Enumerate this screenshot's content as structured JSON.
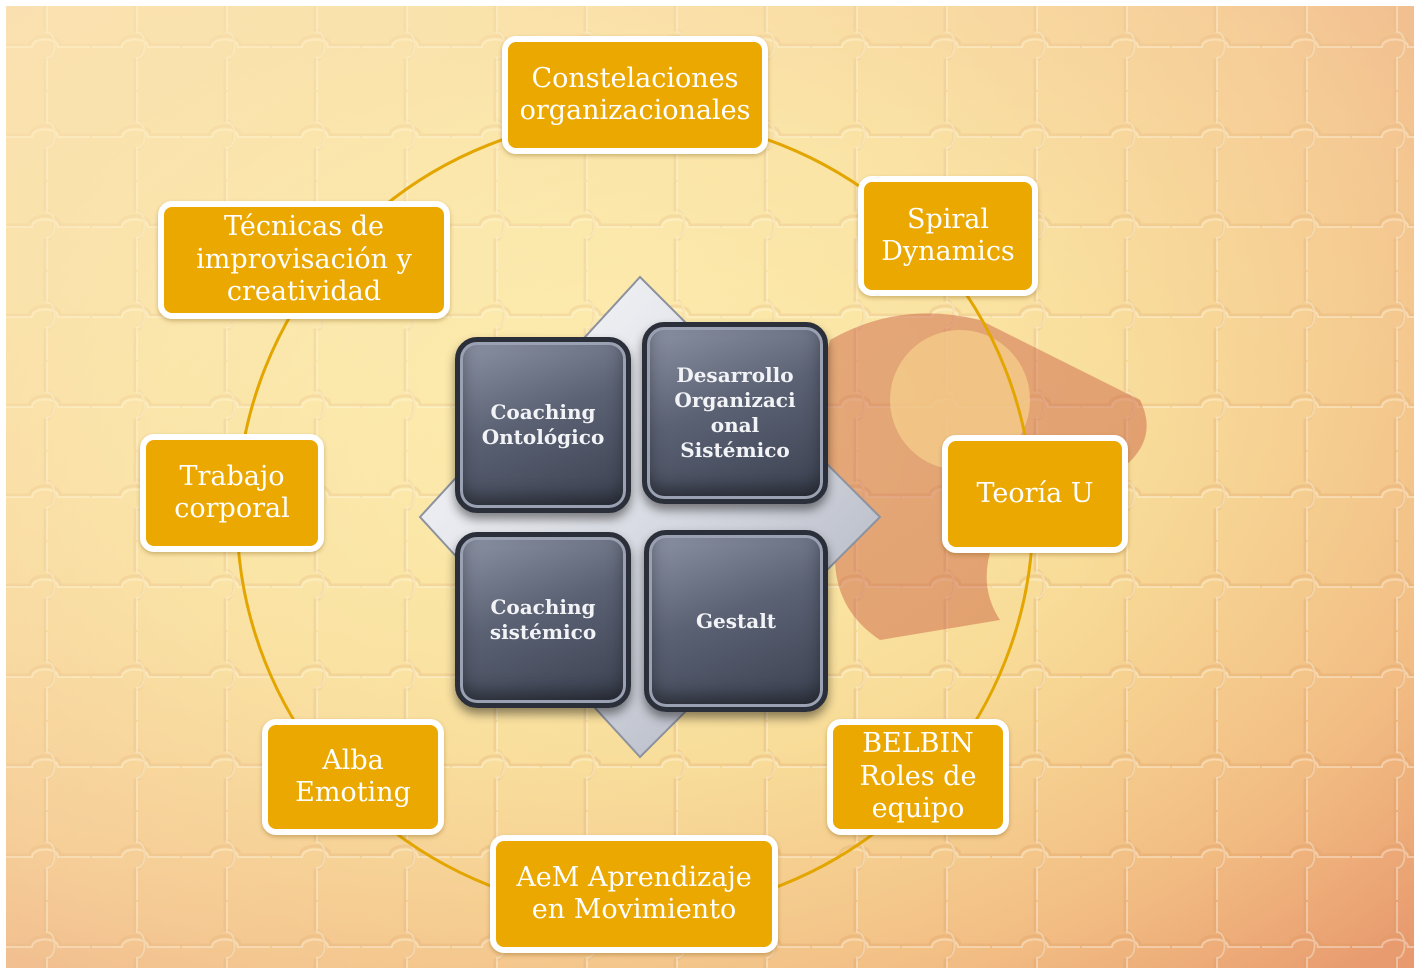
{
  "colors": {
    "node_fill": "#eaa800",
    "node_border": "#ffffff",
    "ring": "#e3a600",
    "core_tile": "#4f5566",
    "background": "#f6cf8c"
  },
  "center": {
    "tiles": [
      {
        "label": "Coaching\nOntológico"
      },
      {
        "label": "Desarrollo\nOrganizaci\nonal\nSistémico"
      },
      {
        "label": "Coaching\nsistémico"
      },
      {
        "label": "Gestalt"
      }
    ]
  },
  "nodes": [
    {
      "label": "Constelaciones\norganizacionales"
    },
    {
      "label": "Spiral\nDynamics"
    },
    {
      "label": "Teoría U"
    },
    {
      "label": "BELBIN\nRoles de\nequipo"
    },
    {
      "label": "AeM Aprendizaje\nen Movimiento"
    },
    {
      "label": "Alba\nEmoting"
    },
    {
      "label": "Trabajo\ncorporal"
    },
    {
      "label": "Técnicas de\nimprovisación y\ncreatividad"
    }
  ]
}
